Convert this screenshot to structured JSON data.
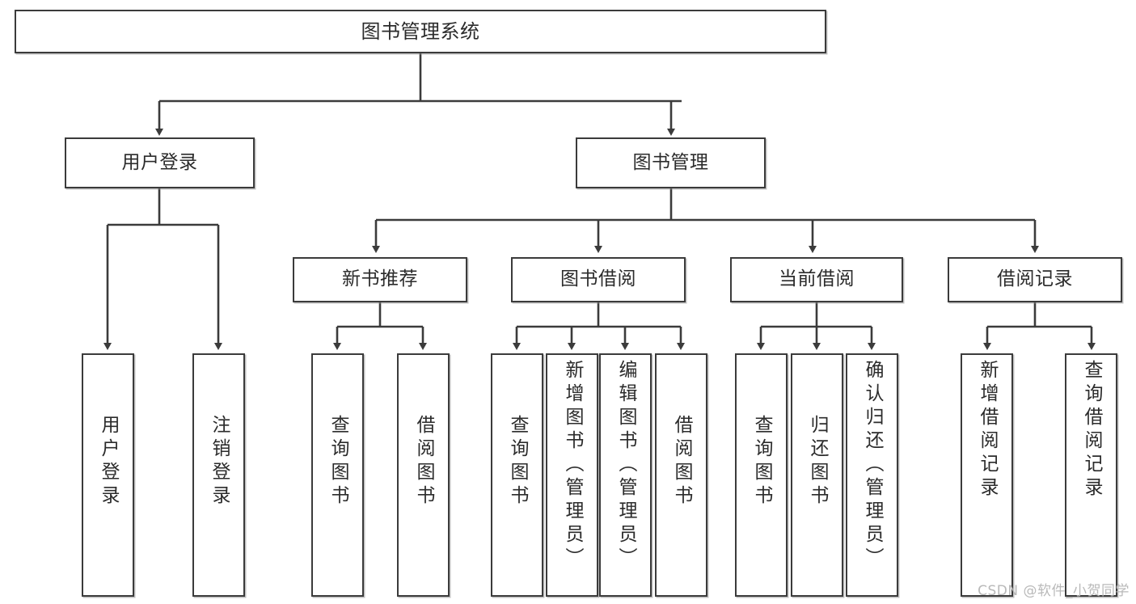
{
  "diagram": {
    "type": "tree-hierarchy",
    "title": "图书管理系统",
    "orientation": "top-down",
    "colors": {
      "background": "#ffffff",
      "box_border": "#3b3b3b",
      "box_fill": "#ffffff",
      "edge": "#3b3b3b",
      "text": "#2b2b2b",
      "watermark": "#b9b9b9"
    },
    "levels": [
      {
        "level": 1,
        "nodes": [
          {
            "id": "root",
            "label": "图书管理系统",
            "text_direction": "horizontal"
          }
        ]
      },
      {
        "level": 2,
        "nodes": [
          {
            "id": "user-login",
            "label": "用户登录",
            "text_direction": "horizontal",
            "parent": "root"
          },
          {
            "id": "book-manage",
            "label": "图书管理",
            "text_direction": "horizontal",
            "parent": "root"
          }
        ]
      },
      {
        "level": 3,
        "nodes": [
          {
            "id": "new-book-rec",
            "label": "新书推荐",
            "text_direction": "horizontal",
            "parent": "book-manage"
          },
          {
            "id": "book-borrow",
            "label": "图书借阅",
            "text_direction": "horizontal",
            "parent": "book-manage"
          },
          {
            "id": "current-borrow",
            "label": "当前借阅",
            "text_direction": "horizontal",
            "parent": "book-manage"
          },
          {
            "id": "borrow-record",
            "label": "借阅记录",
            "text_direction": "horizontal",
            "parent": "book-manage"
          }
        ]
      },
      {
        "level": 4,
        "nodes": [
          {
            "id": "leaf-user-login",
            "label": "用户登录",
            "text_direction": "vertical",
            "parent": "user-login"
          },
          {
            "id": "leaf-logout-login",
            "label": "注销登录",
            "text_direction": "vertical",
            "parent": "user-login"
          },
          {
            "id": "leaf-query-book-1",
            "label": "查询图书",
            "text_direction": "vertical",
            "parent": "new-book-rec"
          },
          {
            "id": "leaf-borrow-book-1",
            "label": "借阅图书",
            "text_direction": "vertical",
            "parent": "new-book-rec"
          },
          {
            "id": "leaf-query-book-2",
            "label": "查询图书",
            "text_direction": "vertical",
            "parent": "book-borrow"
          },
          {
            "id": "leaf-add-book",
            "label": "新增图书（管理员）",
            "text_direction": "vertical",
            "parent": "book-borrow"
          },
          {
            "id": "leaf-edit-book",
            "label": "编辑图书（管理员）",
            "text_direction": "vertical",
            "parent": "book-borrow"
          },
          {
            "id": "leaf-borrow-book-2",
            "label": "借阅图书",
            "text_direction": "vertical",
            "parent": "book-borrow"
          },
          {
            "id": "leaf-query-book-3",
            "label": "查询图书",
            "text_direction": "vertical",
            "parent": "current-borrow"
          },
          {
            "id": "leaf-return-book",
            "label": "归还图书",
            "text_direction": "vertical",
            "parent": "current-borrow"
          },
          {
            "id": "leaf-confirm-return",
            "label": "确认归还（管理员）",
            "text_direction": "vertical",
            "parent": "current-borrow"
          },
          {
            "id": "leaf-add-record",
            "label": "新增借阅记录",
            "text_direction": "vertical",
            "parent": "borrow-record"
          },
          {
            "id": "leaf-query-record",
            "label": "查询借阅记录",
            "text_direction": "vertical",
            "parent": "borrow-record"
          }
        ]
      }
    ]
  },
  "watermark": {
    "text": "CSDN @软件_小贺同学"
  }
}
